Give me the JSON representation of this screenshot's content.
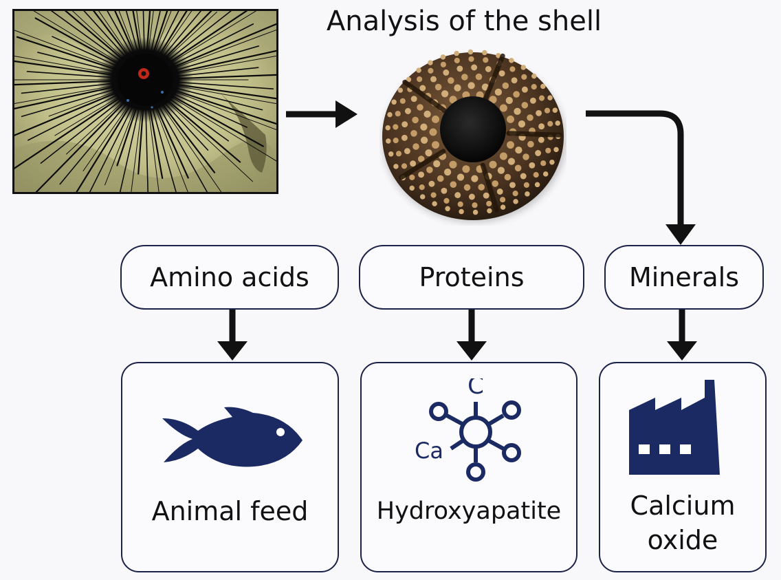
{
  "title": "Analysis of the shell",
  "images": {
    "photo": "sea-urchin-photo",
    "shell": "sea-urchin-test-shell"
  },
  "categories": [
    {
      "label": "Amino acids",
      "product": "Animal feed",
      "icon": "fish-icon"
    },
    {
      "label": "Proteins",
      "product": "Hydroxyapatite",
      "icon": "molecule-icon"
    },
    {
      "label": "Minerals",
      "product": "Calcium oxide",
      "product_lines": [
        "Calcium",
        "oxide"
      ],
      "icon": "factory-icon"
    }
  ],
  "molecule": {
    "top_atom": "C",
    "left_atom": "Ca"
  },
  "colors": {
    "icon_navy": "#1b2a63",
    "border_navy": "#1b2147",
    "arrow": "#111111",
    "background": "#f8f8fa"
  }
}
